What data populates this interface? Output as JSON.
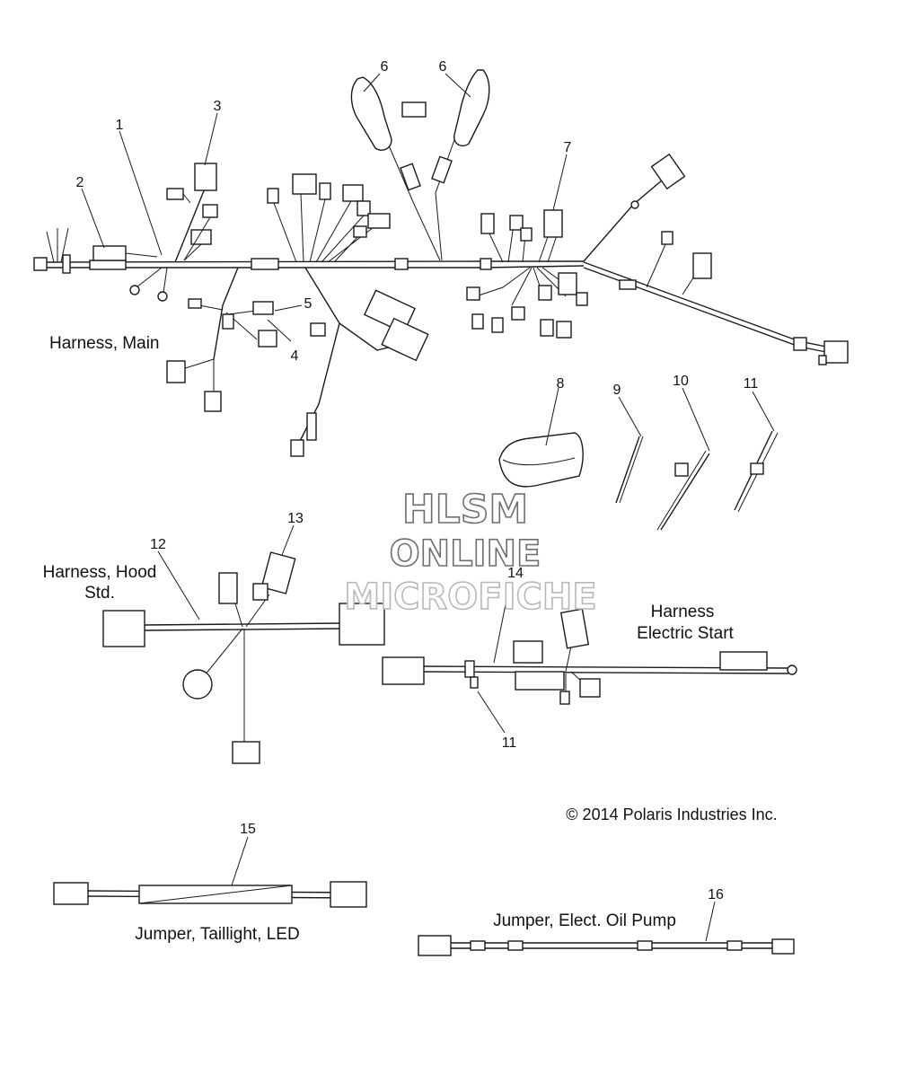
{
  "callouts": [
    {
      "id": "1",
      "text": "1"
    },
    {
      "id": "2",
      "text": "2"
    },
    {
      "id": "3",
      "text": "3"
    },
    {
      "id": "4",
      "text": "4"
    },
    {
      "id": "5",
      "text": "5"
    },
    {
      "id": "6a",
      "text": "6"
    },
    {
      "id": "6b",
      "text": "6"
    },
    {
      "id": "7",
      "text": "7"
    },
    {
      "id": "8",
      "text": "8"
    },
    {
      "id": "9",
      "text": "9"
    },
    {
      "id": "10",
      "text": "10"
    },
    {
      "id": "11a",
      "text": "11"
    },
    {
      "id": "11b",
      "text": "11"
    },
    {
      "id": "12",
      "text": "12"
    },
    {
      "id": "13",
      "text": "13"
    },
    {
      "id": "14",
      "text": "14"
    },
    {
      "id": "15",
      "text": "15"
    },
    {
      "id": "16",
      "text": "16"
    }
  ],
  "labels": {
    "harness_main": "Harness, Main",
    "harness_hood_line1": "Harness, Hood",
    "harness_hood_line2": "Std.",
    "harness_electric_line1": "Harness",
    "harness_electric_line2": "Electric Start",
    "jumper_taillight": "Jumper, Taillight, LED",
    "jumper_oil_pump": "Jumper, Elect. Oil Pump"
  },
  "copyright": "© 2014 Polaris Industries Inc.",
  "watermark": {
    "line1": "HLSM",
    "line2": "ONLINE",
    "line3": "MICROFICHE"
  }
}
